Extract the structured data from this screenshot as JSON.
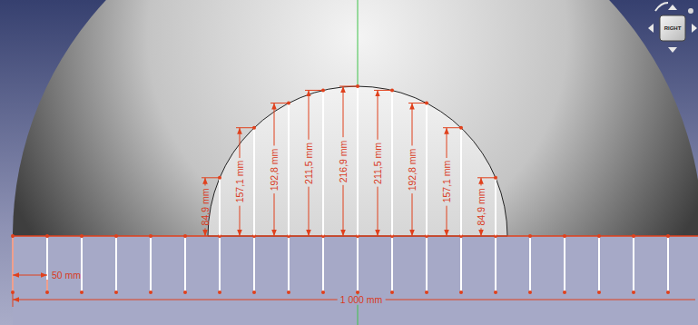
{
  "diagram": {
    "labels": [
      "84,9 mm",
      "157,1 mm",
      "192,8 mm",
      "211,5 mm",
      "216,9 mm",
      "211,5 mm",
      "192,8 mm",
      "157,1 mm",
      "84,9 mm",
      "50 mm",
      "1 000 mm",
      "RIGHT"
    ]
  }
}
